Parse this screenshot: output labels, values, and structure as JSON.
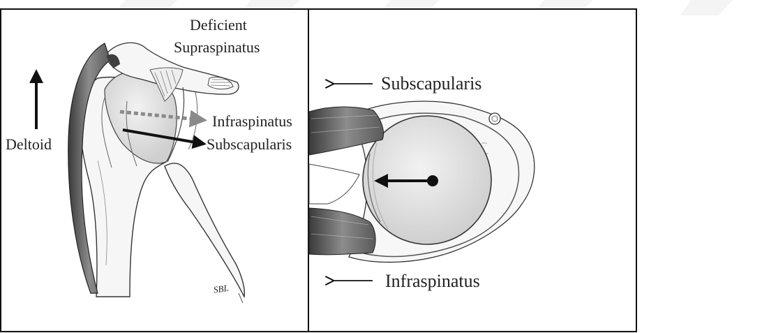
{
  "left_panel": {
    "label_deficient_line1": "Deficient",
    "label_deficient_line2": "Supraspinatus",
    "label_deltoid": "Deltoid",
    "label_infraspinatus": "Infraspinatus",
    "label_subscapularis": "Subscapularis",
    "artist_signature": "SBL"
  },
  "right_panel": {
    "label_subscapularis": "Subscapularis",
    "label_infraspinatus": "Infraspinatus"
  },
  "colors": {
    "frame": "#111111",
    "muscle_dark": "#555555",
    "muscle_mid": "#8a8a8a",
    "bone_fill": "#f4f4f4",
    "head_fill": "#dedede",
    "arrow": "#111111",
    "arrow_dashed": "#8a8a8a",
    "watermark": "#f3f3f3"
  }
}
